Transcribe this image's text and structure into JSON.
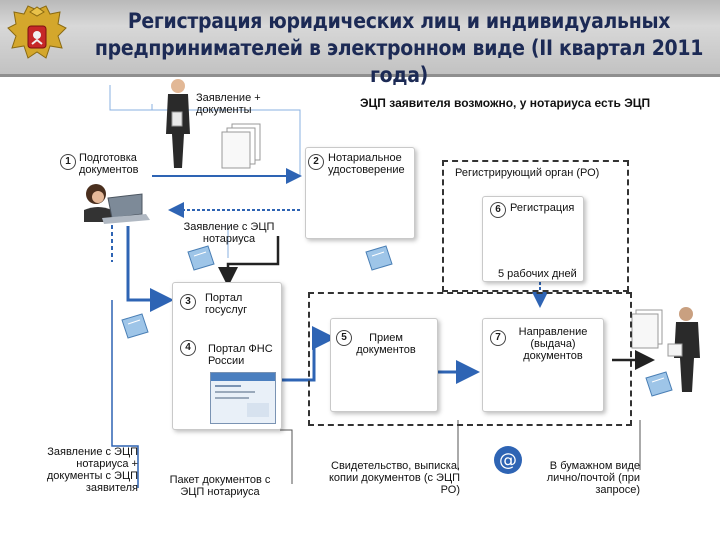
{
  "title_line1": "Регистрация юридических лиц и индивидуальных",
  "title_line2": "предпринимателей в электронном виде   (II квартал 2011 года)",
  "subtitle_ecp": "ЭЦП заявителя возможно, у нотариуса есть ЭЦП",
  "applicant_docs": "Заявление + документы",
  "steps": {
    "s1": {
      "num": "1",
      "label": "Подготовка документов"
    },
    "s2": {
      "num": "2",
      "label": "Нотариальное удостоверение"
    },
    "s3": {
      "num": "3",
      "label": "Портал госуслуг"
    },
    "s4": {
      "num": "4",
      "label": "Портал ФНС России"
    },
    "s5": {
      "num": "5",
      "label": "Прием документов"
    },
    "s6": {
      "num": "6",
      "label": "Регистрация"
    },
    "s7": {
      "num": "7",
      "label": "Направление (выдача) документов"
    }
  },
  "reg_org": "Регистрирующий орган (РО)",
  "notary_statement": "Заявление с ЭЦП нотариуса",
  "five_days": "5 рабочих дней",
  "bottom": {
    "left": "Заявление с ЭЦП нотариуса + документы с ЭЦП заявителя",
    "package": "Пакет документов с ЭЦП нотариуса",
    "certificate": "Свидетельство, выписка, копии документов (с ЭЦП РО)",
    "paper": "В бумажном виде лично/почтой (при запросе)"
  },
  "colors": {
    "title": "#1c2a55",
    "arrow_blue": "#2e64b4",
    "arrow_dark": "#222222"
  }
}
